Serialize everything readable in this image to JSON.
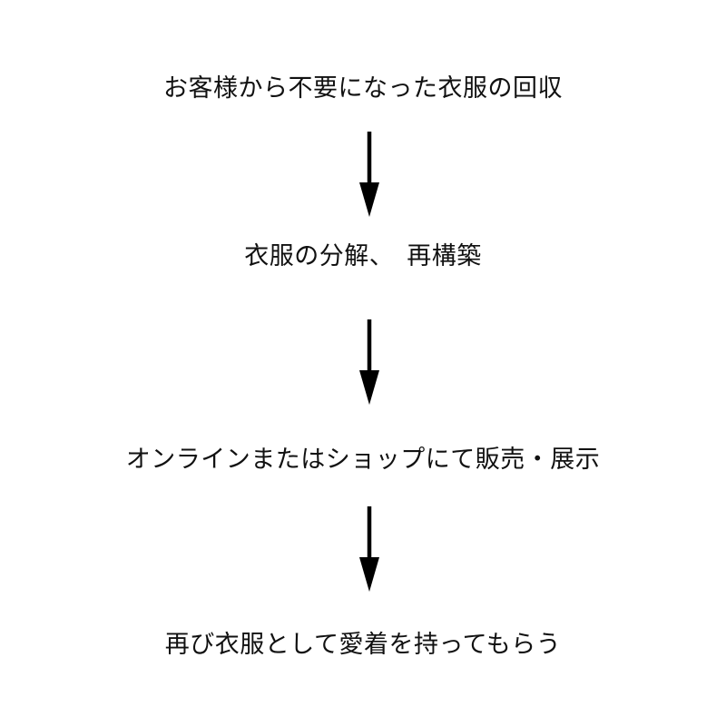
{
  "diagram": {
    "background_color": "#ffffff",
    "text_color": "#111111",
    "arrow_color": "#000000",
    "flow_direction": "top-to-bottom",
    "steps": [
      {
        "label": "お客様から不要になった衣服の回収"
      },
      {
        "label": "衣服の分解、　再構築"
      },
      {
        "label": "オンラインまたはショップにて販売・展示"
      },
      {
        "label": "再び衣服として愛着を持ってもらう"
      }
    ],
    "connectors": [
      {
        "from": 0,
        "to": 1,
        "type": "down-arrow"
      },
      {
        "from": 1,
        "to": 2,
        "type": "down-arrow"
      },
      {
        "from": 2,
        "to": 3,
        "type": "down-arrow"
      }
    ]
  }
}
